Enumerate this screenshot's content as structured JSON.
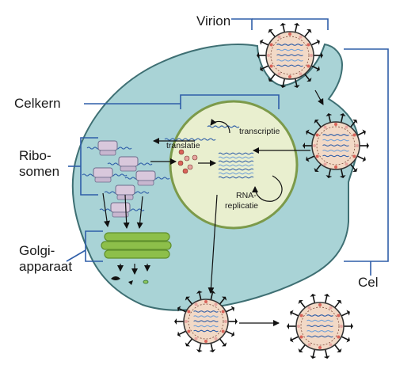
{
  "labels": {
    "virion": "Virion",
    "celkern": "Celkern",
    "ribosomen_line1": "Ribo-",
    "ribosomen_line2": "somen",
    "golgi_line1": "Golgi-",
    "golgi_line2": "apparaat",
    "cel": "Cel",
    "translatie": "translatie",
    "transcriptie": "transcriptie",
    "rna_line1": "RNA-",
    "rna_line2": "replicatie"
  },
  "colors": {
    "cell_fill": "#a9d3d6",
    "cell_stroke": "#3e6f73",
    "nucleus_fill": "#e9efcf",
    "nucleus_stroke": "#7c9a4a",
    "label_line": "#2f5ea8",
    "golgi_fill": "#8dbf4a",
    "golgi_dark": "#5f8f2c",
    "ribosome_fill": "#d9c8dc",
    "ribosome_stroke": "#6b6b8a",
    "rna_blue": "#2f5ea8",
    "virus_capsid": "#f2d9c6",
    "spike": "#111111",
    "dot_red": "#d9645a",
    "dot_pink": "#e7a6a0"
  },
  "icons": [
    "virion-icon",
    "spike-icon",
    "rna-strand-icon",
    "ribosome-icon",
    "golgi-icon",
    "arrow-icon"
  ]
}
